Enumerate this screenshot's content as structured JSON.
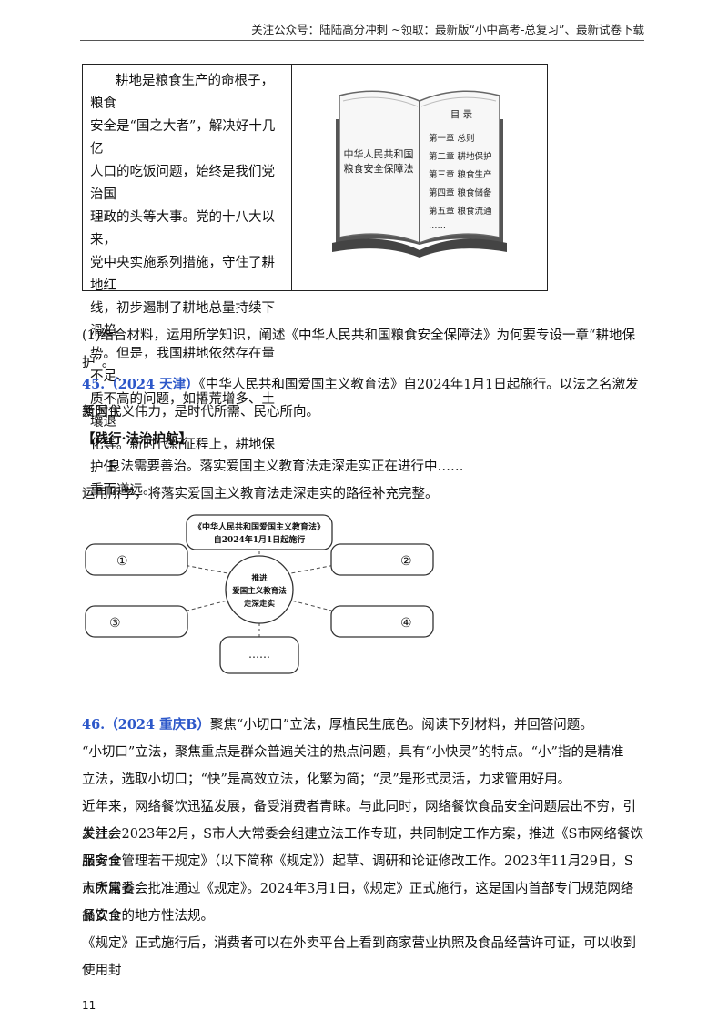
{
  "header": {
    "text": "关注公众号：陆陆高分冲刺 ~领取：最新版“小中高考-总复习”、最新试卷下载"
  },
  "material_table": {
    "lines": [
      "耕地是粮食生产的命根子，粮食",
      "安全是“国之大者”，解决好十几亿",
      "人口的吃饭问题，始终是我们党治国",
      "理政的头等大事。党的十八大以来，",
      "党中央实施系列措施，守住了耕地红",
      "线，初步遏制了耕地总量持续下滑趋",
      "势。但是，我国耕地依然存在量不足、",
      "质不高的问题，如撂荒增多、土壤退",
      "化等。新时代新征程上，耕地保护任",
      "重而道远。"
    ],
    "book": {
      "left_title_line1": "中华人民共和国",
      "left_title_line2": "粮食安全保障法",
      "toc_title": "目  录",
      "toc": [
        "第一章  总则",
        "第二章  耕地保护",
        "第三章  粮食生产",
        "第四章  粮食储备",
        "第五章  粮食流通",
        "……"
      ]
    }
  },
  "q44_sub1": "(1)结合材料，运用所学知识，阐述《中华人民共和国粮食安全保障法》为何要专设一章“耕地保护”。",
  "q45": {
    "head": "45.（2024 天津）",
    "text_line1": "《中华人民共和国爱国主义教育法》自2024年1月1日起施行。以法之名激发新时代",
    "text_line2": "爱国主义伟力，是时代所需、民心所向。",
    "section": "【践行·法治护航】",
    "line3": "良法需要善治。落实爱国主义教育法走深走实正在进行中……",
    "line4": "运用所学，将落实爱国主义教育法走深走实的路径补充完整。",
    "diagram": {
      "top_line1": "《中华人民共和国爱国主义教育法》",
      "top_line2": "自2024年1月1日起施行",
      "center_line1": "推进",
      "center_line2": "爱国主义教育法",
      "center_line3": "走深走实",
      "box1": "①",
      "box2": "②",
      "box3": "③",
      "box4": "④",
      "box5": "……"
    }
  },
  "q46": {
    "head": "46.（2024 重庆B）",
    "head_text": "聚焦“小切口”立法，厚植民生底色。阅读下列材料，并回答问题。",
    "lines": [
      "“小切口”立法，聚焦重点是群众普遍关注的热点问题，具有“小快灵”的特点。“小”指的是精准",
      "立法，选取小切口；“快”是高效立法，化繁为简；“灵”是形式灵活，力求管用好用。",
      "近年来，网络餐饮迅猛发展，备受消费者青睐。与此同时，网络餐饮食品安全问题层出不穷，引发社会",
      "关注。2023年2月，S市人大常委会组建立法工作专班，共同制定工作方案，推进《S市网络餐饮服务食",
      "品安全管理若干规定》（以下简称《规定》）起草、调研和论证修改工作。2023年11月29日，S市所属省",
      "人大常委会批准通过《规定》。2024年3月1日，《规定》正式施行，这是国内首部专门规范网络餐饮食",
      "品安全的地方性法规。",
      "《规定》正式施行后，消费者可以在外卖平台上看到商家营业执照及食品经营许可证，可以收到使用封"
    ]
  },
  "page_number": "11"
}
